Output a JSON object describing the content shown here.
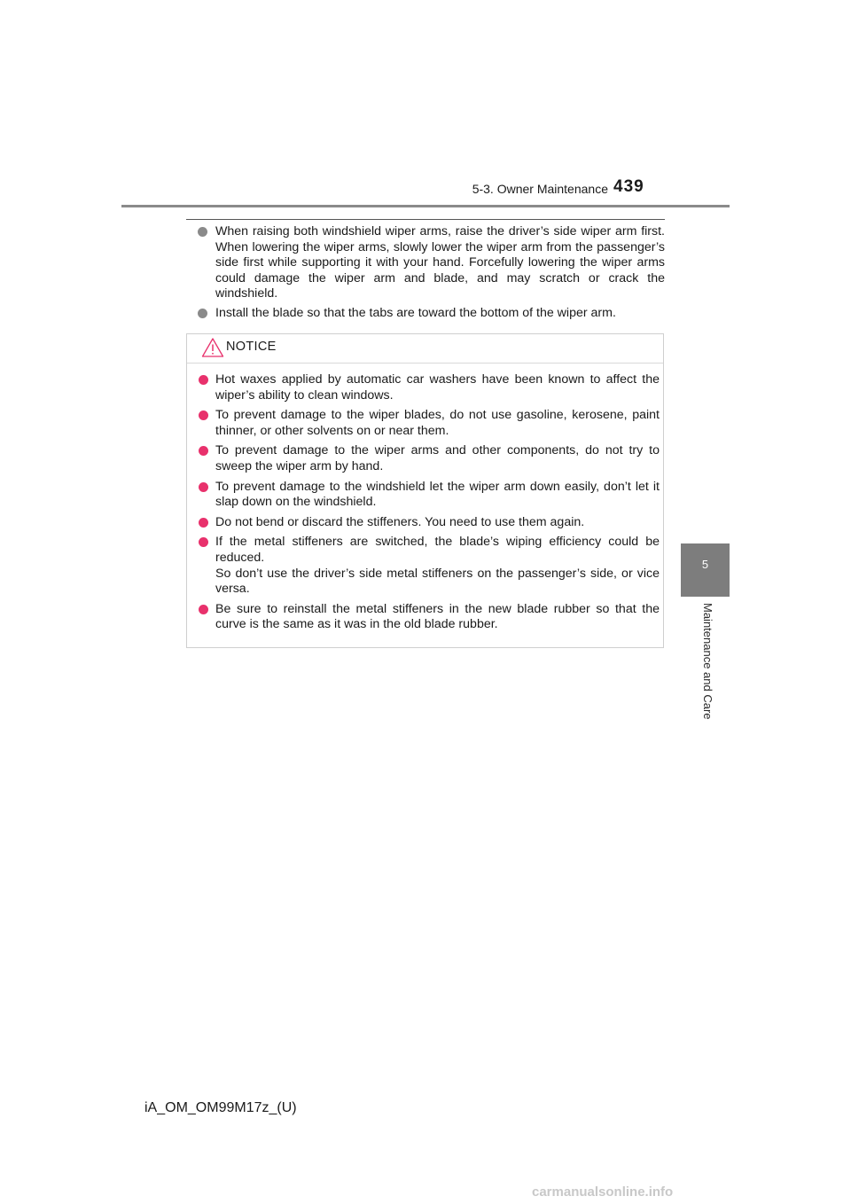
{
  "header": {
    "section": "5-3. Owner Maintenance",
    "page_number": "439"
  },
  "side_tab": {
    "number": "5",
    "title": "Maintenance and Care"
  },
  "bullets": [
    "When raising both windshield wiper arms, raise the driver’s side wiper arm first. When lowering the wiper arms, slowly lower the wiper arm from the passenger’s side first while supporting it with your hand. Forcefully lowering the wiper arms could damage the wiper arm and blade, and may scratch or crack the windshield.",
    "Install the blade so that the tabs are toward the bottom of the wiper arm."
  ],
  "notice": {
    "title": "NOTICE",
    "items": [
      "Hot waxes applied by automatic car washers have been known to affect the wiper’s ability to clean windows.",
      "To prevent damage to the wiper blades, do not use gasoline, kerosene, paint thinner, or other solvents on or near them.",
      "To prevent damage to the wiper arms and other components, do not try to sweep the wiper arm by hand.",
      "To prevent damage to the windshield let the wiper arm down easily, don’t let it slap down on the windshield.",
      "Do not bend or discard the stiffeners. You need to use them again.",
      "If the metal stiffeners are switched, the blade’s wiping efficiency could be reduced.",
      "Be sure to reinstall the metal stiffeners in the new blade rubber so that the curve is the same as it was in the old blade rubber."
    ],
    "item6_extra": "So don’t use the driver’s side metal stiffeners on the passenger’s side, or vice versa."
  },
  "footer": {
    "code": "iA_OM_OM99M17z_(U)"
  },
  "watermark": "carmanualsonline.info",
  "colors": {
    "notice_bullet": "#e8316c",
    "bullet": "#8a8a8a",
    "side_tab": "#7d7d7d"
  }
}
